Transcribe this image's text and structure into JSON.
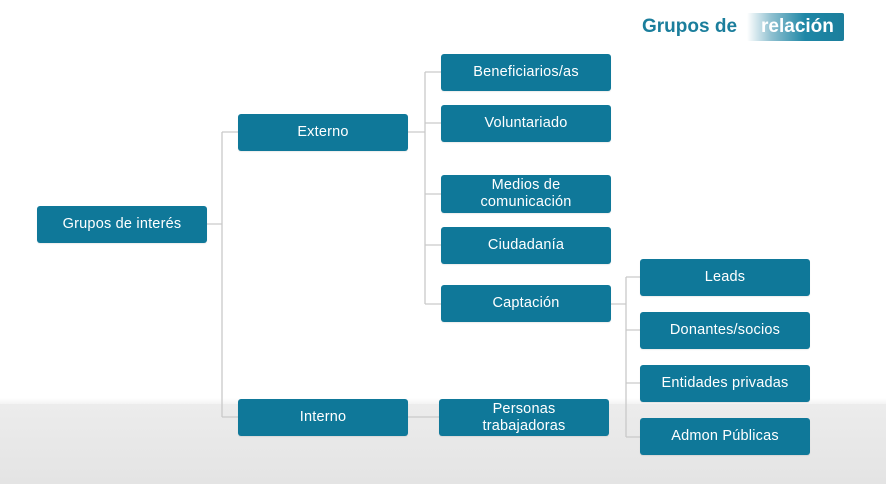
{
  "title": {
    "part1": "Grupos de",
    "part2": "relación"
  },
  "colors": {
    "box": "#0f7899",
    "line": "#c9c9c9",
    "title": "#1b7e9c"
  },
  "nodes": {
    "root": "Grupos de interés",
    "externo": "Externo",
    "interno": "Interno",
    "beneficiarios": "Beneficiarios/as",
    "voluntariado": "Voluntariado",
    "medios_line1": "Medios de",
    "medios_line2": "comunicación",
    "ciudadania": "Ciudadanía",
    "captacion": "Captación",
    "personas_line1": "Personas",
    "personas_line2": "trabajadoras",
    "leads": "Leads",
    "donantes": "Donantes/socios",
    "entidades": "Entidades privadas",
    "admon": "Admon Públicas"
  }
}
